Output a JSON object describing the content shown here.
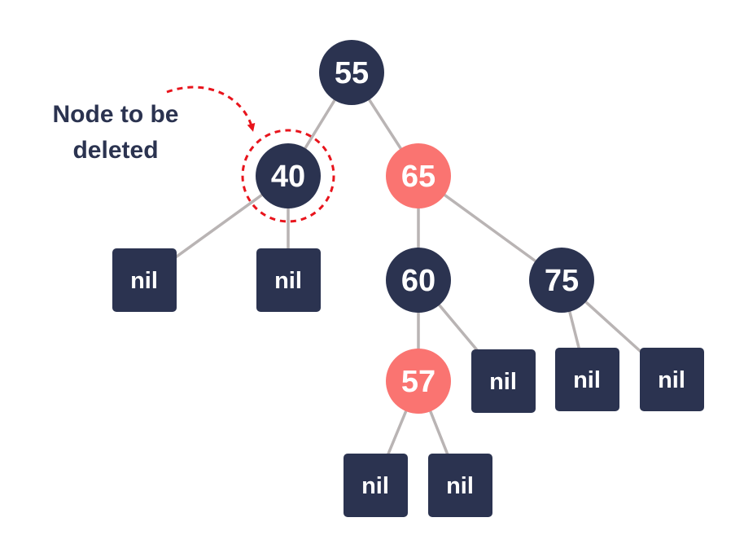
{
  "colors": {
    "black_node": "#2b3350",
    "red_node": "#fa7471",
    "edge": "#b9b4b4",
    "highlight": "#e8141c",
    "text_on_node": "#ffffff"
  },
  "annotation": {
    "line1": "Node to be",
    "line2": "deleted"
  },
  "tree": {
    "n55": {
      "value": "55",
      "color": "black"
    },
    "n40": {
      "value": "40",
      "color": "black",
      "marked_for_deletion": true
    },
    "n65": {
      "value": "65",
      "color": "red"
    },
    "n60": {
      "value": "60",
      "color": "black"
    },
    "n75": {
      "value": "75",
      "color": "black"
    },
    "n57": {
      "value": "57",
      "color": "red"
    },
    "nil_label": "nil"
  },
  "edges": [
    [
      "55",
      "40"
    ],
    [
      "55",
      "65"
    ],
    [
      "40",
      "nil"
    ],
    [
      "40",
      "nil"
    ],
    [
      "65",
      "60"
    ],
    [
      "65",
      "75"
    ],
    [
      "60",
      "57"
    ],
    [
      "60",
      "nil"
    ],
    [
      "75",
      "nil"
    ],
    [
      "75",
      "nil"
    ],
    [
      "57",
      "nil"
    ],
    [
      "57",
      "nil"
    ]
  ]
}
